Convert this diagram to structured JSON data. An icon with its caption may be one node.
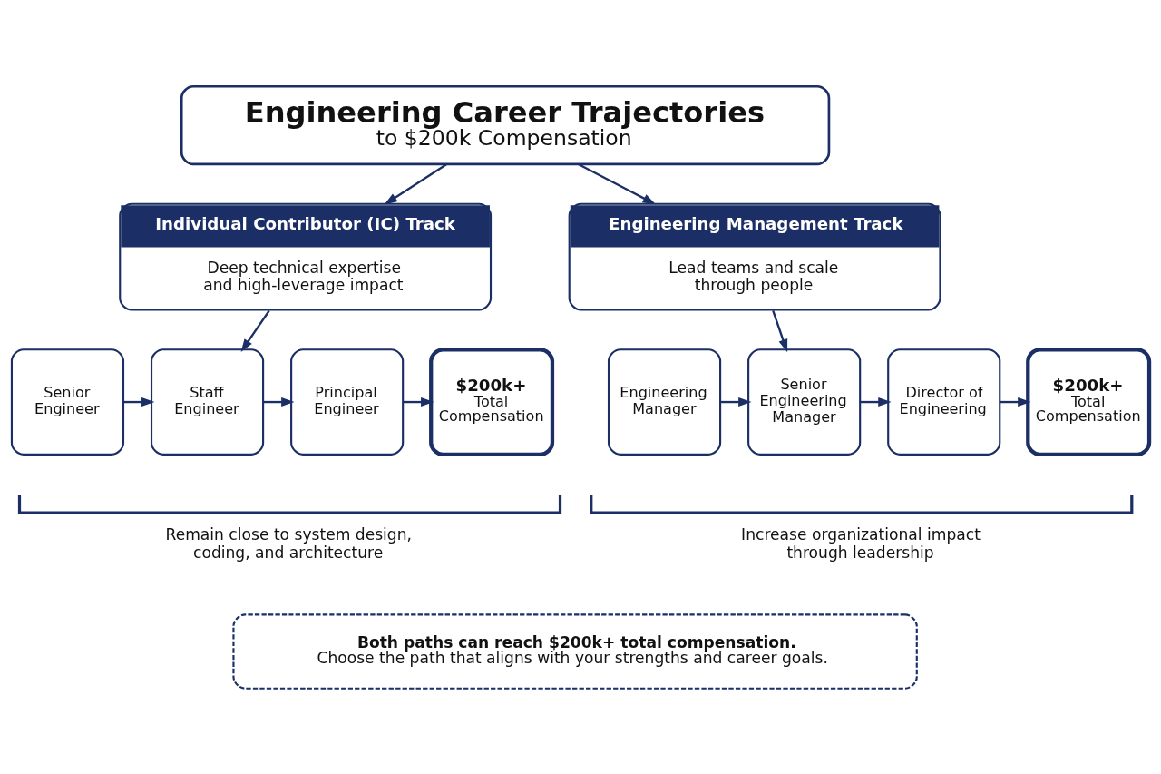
{
  "diagram": {
    "nodes": [
      {
        "text": [
          "Engineering Career Trajectories",
          "to $200k Compensation"
        ]
      },
      {
        "text": [
          "Individual Contributor (IC) Track",
          "Deep technical expertise and high-leverage impact"
        ]
      },
      {
        "text": [
          "Engineering Management Track",
          "Lead teams and scale through people"
        ]
      },
      {
        "text": [
          "Senior Engineer"
        ]
      },
      {
        "text": [
          "Staff Engineer"
        ]
      },
      {
        "text": [
          "Principal Engineer"
        ]
      },
      {
        "text": [
          "$200k+",
          "Total Compensation"
        ]
      },
      {
        "text": [
          "Engineering Manager"
        ]
      },
      {
        "text": [
          "Senior Engineering Manager"
        ]
      },
      {
        "text": [
          "Director of Engineering"
        ]
      },
      {
        "text": [
          "$200k+",
          "Total Compensation"
        ]
      },
      {
        "text": [
          "Both paths can reach $200k+ total compensation.",
          "Choose the path that aligns with your strengths and career goals."
        ]
      }
    ],
    "edges": [
      {
        "from": 0,
        "to": 1,
        "arrow": "to"
      },
      {
        "from": 0,
        "to": 2,
        "arrow": "to"
      },
      {
        "from": 1,
        "to": 4,
        "arrow": "to"
      },
      {
        "from": 2,
        "to": 8,
        "arrow": "to"
      },
      {
        "from": 3,
        "to": 4,
        "arrow": "to"
      },
      {
        "from": 4,
        "to": 5,
        "arrow": "to"
      },
      {
        "from": 5,
        "to": 6,
        "arrow": "to"
      },
      {
        "from": 7,
        "to": 8,
        "arrow": "to"
      },
      {
        "from": 8,
        "to": 9,
        "arrow": "to"
      },
      {
        "from": 9,
        "to": 10,
        "arrow": "to"
      }
    ],
    "labels": [
      "Remain close to system design, coding, and architecture",
      "Increase organizational impact through leadership"
    ]
  }
}
